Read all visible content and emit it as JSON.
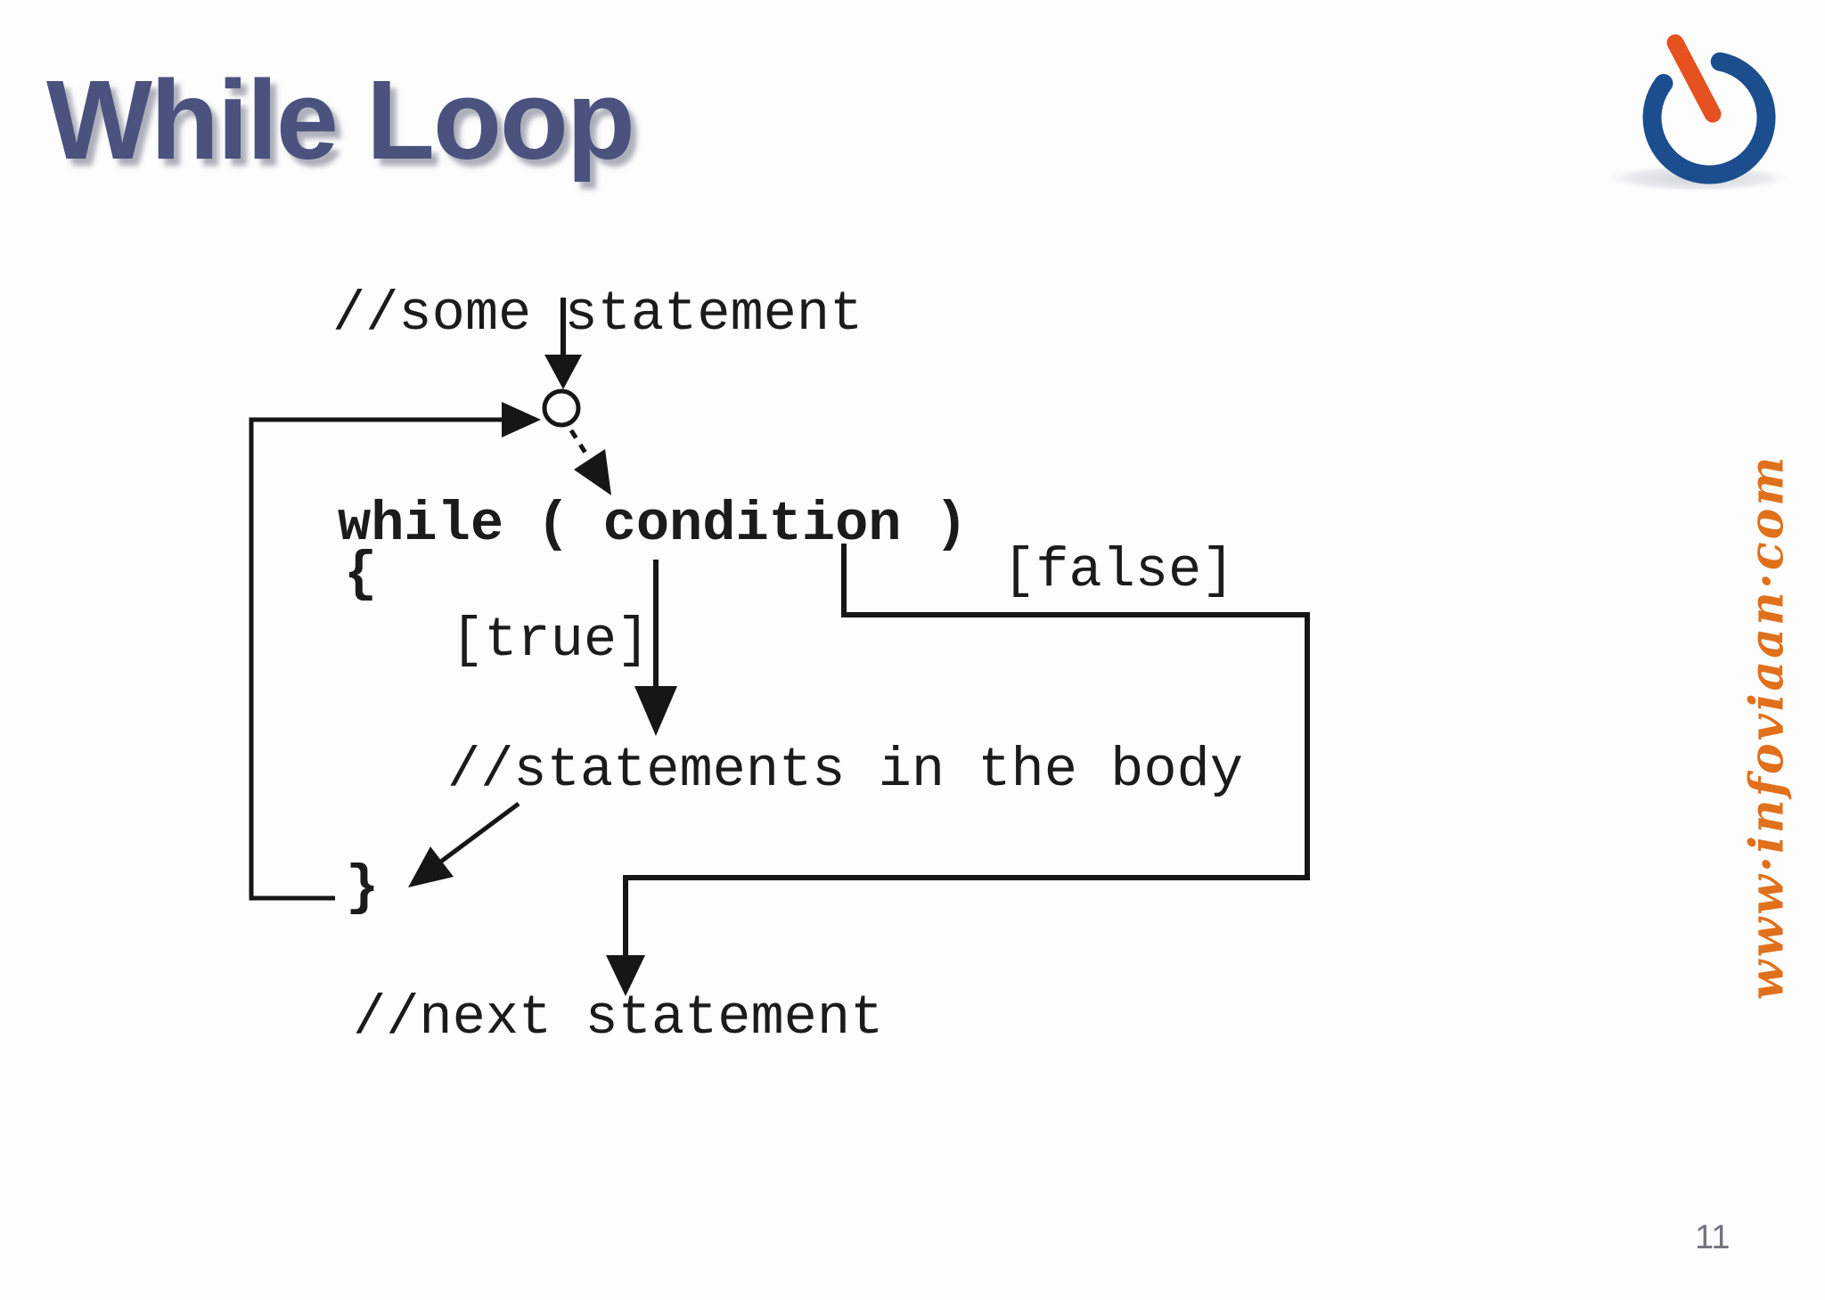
{
  "slide": {
    "title": "While Loop",
    "page_number": "11",
    "watermark": "www·infoviaan·com"
  },
  "diagram": {
    "some_statement": "//some statement",
    "while_line": "while ( condition )",
    "open_brace": "{",
    "true_label": "[true]",
    "false_label": "[false]",
    "body_statement": "//statements in the body",
    "close_brace": "}",
    "next_statement": "//next statement"
  },
  "icons": {
    "logo": "power-icon"
  },
  "colors": {
    "title": "#4a527d",
    "line": "#161616",
    "watermark_orange": "#e0701c",
    "logo_blue": "#1c4d8e",
    "logo_orange": "#e5511f",
    "page_number": "#73737a",
    "background": "#fdfdfd"
  }
}
